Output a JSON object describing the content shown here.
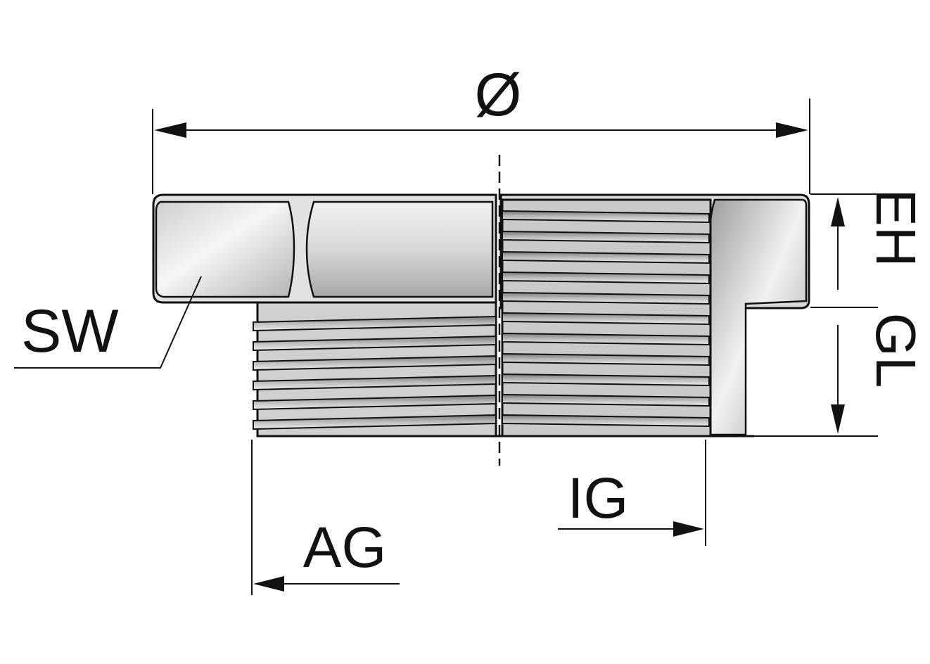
{
  "diagram": {
    "labels": {
      "diameter": "Ø",
      "sw": "SW",
      "eh": "EH",
      "gl": "GL",
      "ig": "IG",
      "ag": "AG"
    },
    "colors": {
      "line": "#111111",
      "metal_light": "#f4f4f4",
      "metal_mid": "#c8c8c8",
      "metal_dark": "#8c8c8c"
    }
  }
}
